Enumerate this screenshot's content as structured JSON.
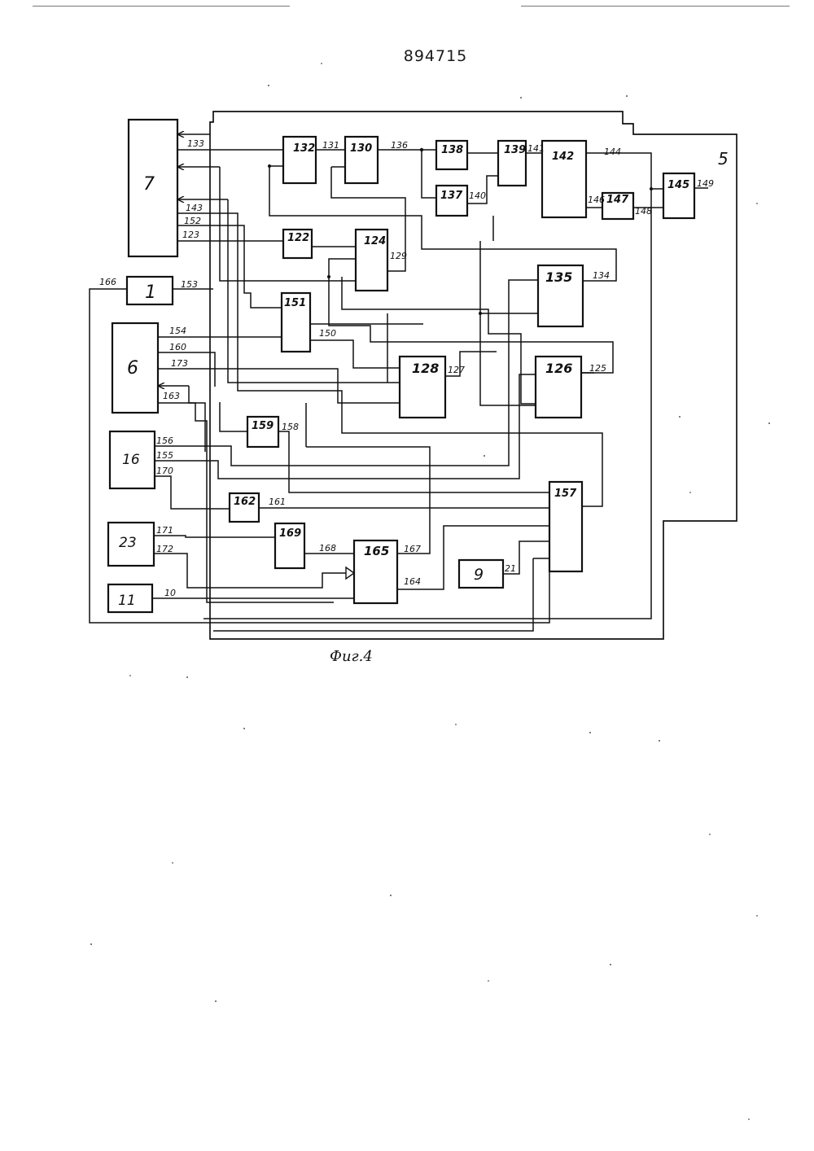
{
  "document": {
    "number": "894715",
    "caption": "Фиг.4"
  },
  "blocks": [
    {
      "id": "7",
      "label": "7"
    },
    {
      "id": "1",
      "label": "1"
    },
    {
      "id": "6",
      "label": "6"
    },
    {
      "id": "16",
      "label": "16"
    },
    {
      "id": "23",
      "label": "23"
    },
    {
      "id": "11",
      "label": "11"
    },
    {
      "id": "9",
      "label": "9"
    },
    {
      "id": "132",
      "label": "132"
    },
    {
      "id": "130",
      "label": "130"
    },
    {
      "id": "138",
      "label": "138"
    },
    {
      "id": "137",
      "label": "137"
    },
    {
      "id": "139",
      "label": "139"
    },
    {
      "id": "142",
      "label": "142"
    },
    {
      "id": "147",
      "label": "147"
    },
    {
      "id": "145",
      "label": "145"
    },
    {
      "id": "122",
      "label": "122"
    },
    {
      "id": "124",
      "label": "124"
    },
    {
      "id": "135",
      "label": "135"
    },
    {
      "id": "151",
      "label": "151"
    },
    {
      "id": "128",
      "label": "128"
    },
    {
      "id": "126",
      "label": "126"
    },
    {
      "id": "159",
      "label": "159"
    },
    {
      "id": "157",
      "label": "157"
    },
    {
      "id": "162",
      "label": "162"
    },
    {
      "id": "169",
      "label": "169"
    },
    {
      "id": "165",
      "label": "165"
    }
  ],
  "frame_label": "5",
  "ports": [
    "133",
    "131",
    "136",
    "141",
    "140",
    "144",
    "146",
    "148",
    "149",
    "143",
    "152",
    "123",
    "129",
    "134",
    "166",
    "153",
    "154",
    "150",
    "160",
    "173",
    "127",
    "125",
    "163",
    "158",
    "156",
    "155",
    "170",
    "161",
    "171",
    "172",
    "168",
    "167",
    "164",
    "10",
    "21"
  ]
}
